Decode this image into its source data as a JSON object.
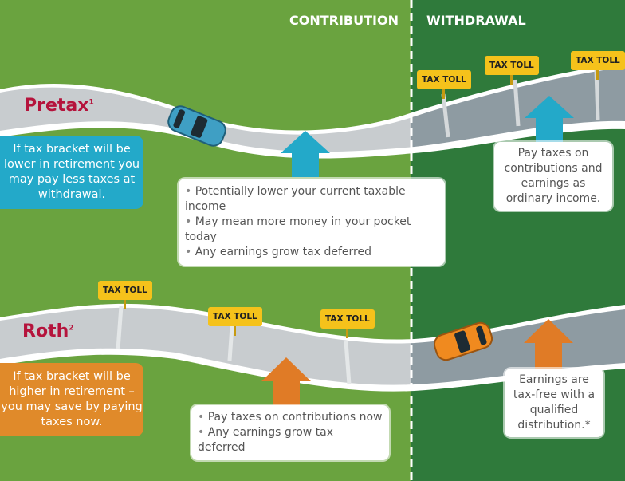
{
  "headers": {
    "contribution": "CONTRIBUTION",
    "withdrawal": "WITHDRAWAL"
  },
  "pretax": {
    "label": "Pretax",
    "footnote": "1",
    "side_note": "If tax bracket will be lower in retirement you may pay less taxes at withdrawal.",
    "contribution_points": [
      "Potentially lower your current taxable income",
      "May mean more money in your pocket today",
      "Any earnings grow tax deferred"
    ],
    "withdrawal_note": "Pay taxes on contributions and earnings as ordinary income.",
    "tolls": [
      "TAX TOLL",
      "TAX TOLL",
      "TAX TOLL"
    ]
  },
  "roth": {
    "label": "Roth",
    "footnote": "2",
    "side_note": "If tax bracket will be higher in retirement – you may save by paying taxes now.",
    "contribution_points": [
      "Pay taxes on contributions now",
      "Any earnings grow tax deferred"
    ],
    "withdrawal_note": "Earnings are tax-free with a qualified distribution.*",
    "tolls": [
      "TAX TOLL",
      "TAX TOLL",
      "TAX TOLL"
    ]
  },
  "colors": {
    "green": "#6aa33f",
    "dark_green": "#2f7a3b",
    "blue": "#23a9c9",
    "orange": "#e08a2a",
    "maroon": "#b5133c",
    "toll": "#f5c21b"
  }
}
